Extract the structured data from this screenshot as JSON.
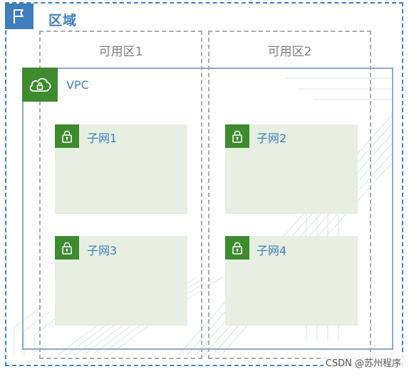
{
  "region": {
    "label": "区域",
    "icon": "flag-icon"
  },
  "availability_zones": [
    {
      "label": "可用区1"
    },
    {
      "label": "可用区2"
    }
  ],
  "vpc": {
    "label": "VPC",
    "icon": "cloud-lock-icon"
  },
  "subnets": [
    {
      "label": "子网1",
      "icon": "lock-icon"
    },
    {
      "label": "子网2",
      "icon": "lock-icon"
    },
    {
      "label": "子网3",
      "icon": "lock-icon"
    },
    {
      "label": "子网4",
      "icon": "lock-icon"
    }
  ],
  "watermark": "CSDN @苏州程序",
  "colors": {
    "region_blue": "#3f7dbc",
    "az_gray": "#a9a9a9",
    "vpc_border": "#8fa9c9",
    "aws_green": "#3e8a2f",
    "subnet_fill": "#e6efe1"
  }
}
